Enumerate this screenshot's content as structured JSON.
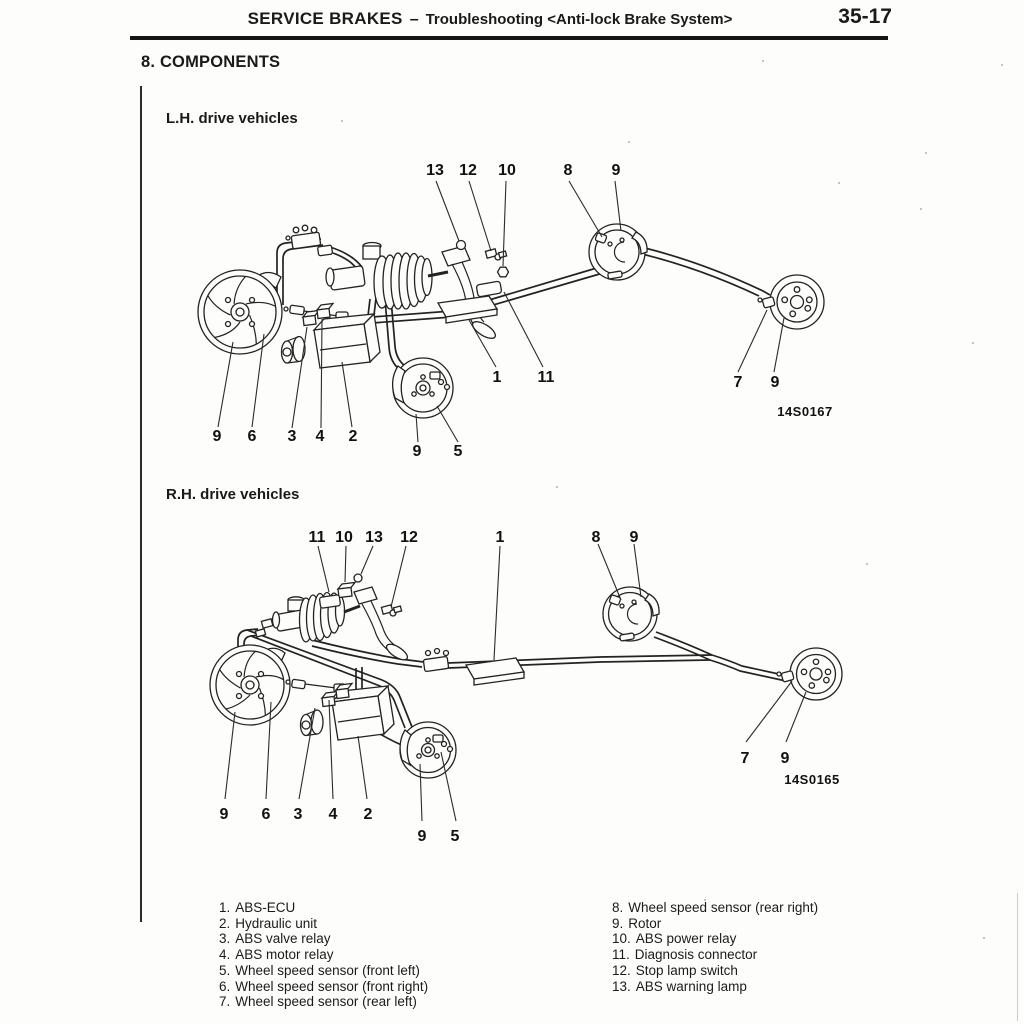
{
  "header": {
    "title": "SERVICE BRAKES",
    "dash": "–",
    "subtitle": "Troubleshooting <Anti-lock Brake System>",
    "page_number": "35-17"
  },
  "section_heading": "8. COMPONENTS",
  "diagram_lh": {
    "label": "L.H. drive vehicles",
    "figure_code": "14S0167",
    "callouts": [
      "13",
      "12",
      "10",
      "8",
      "9",
      "9",
      "6",
      "3",
      "4",
      "2",
      "9",
      "5",
      "1",
      "11",
      "7",
      "9"
    ]
  },
  "diagram_rh": {
    "label": "R.H. drive vehicles",
    "figure_code": "14S0165",
    "callouts": [
      "11",
      "10",
      "13",
      "12",
      "1",
      "8",
      "9",
      "9",
      "6",
      "3",
      "4",
      "2",
      "9",
      "5",
      "7",
      "9"
    ]
  },
  "legend": {
    "left": [
      {
        "num": "1.",
        "label": "ABS-ECU"
      },
      {
        "num": "2.",
        "label": "Hydraulic unit"
      },
      {
        "num": "3.",
        "label": "ABS valve relay"
      },
      {
        "num": "4.",
        "label": "ABS motor relay"
      },
      {
        "num": "5.",
        "label": "Wheel speed sensor (front left)"
      },
      {
        "num": "6.",
        "label": "Wheel speed sensor (front right)"
      },
      {
        "num": "7.",
        "label": "Wheel speed sensor (rear left)"
      }
    ],
    "right": [
      {
        "num": "8.",
        "label": "Wheel speed sensor (rear right)"
      },
      {
        "num": "9.",
        "label": "Rotor"
      },
      {
        "num": "10.",
        "label": "ABS power relay"
      },
      {
        "num": "11.",
        "label": "Diagnosis connector"
      },
      {
        "num": "12.",
        "label": "Stop lamp switch"
      },
      {
        "num": "13.",
        "label": "ABS warning lamp"
      }
    ]
  }
}
